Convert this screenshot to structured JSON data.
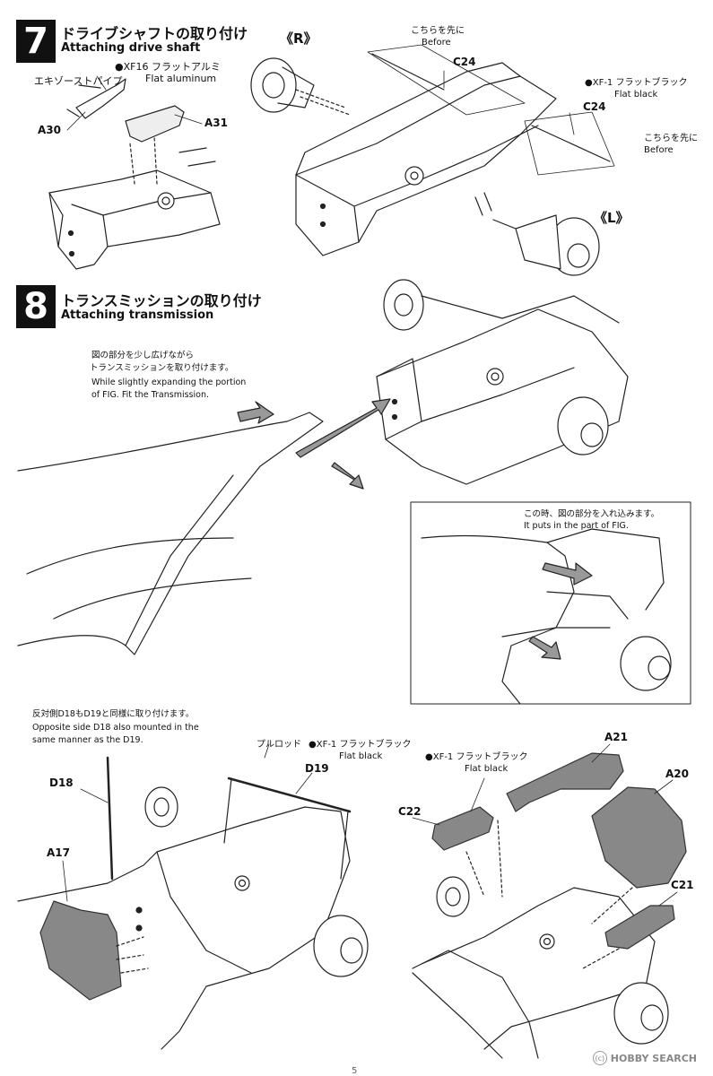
{
  "step7": {
    "number": "7",
    "title_jp": "ドライブシャフトの取り付け",
    "title_en": "Attaching drive shaft",
    "paint_xf16_jp": "●XF16 フラットアルミ",
    "paint_xf16_en": "Flat aluminum",
    "exhaust_jp": "エキゾーストパイプ",
    "parts": {
      "a30": "A30",
      "a31": "A31",
      "c24_top": "C24",
      "c24_right": "C24"
    },
    "side_r": "《R》",
    "side_l": "《L》",
    "before_jp_top": "こちらを先に",
    "before_en_top": "Before",
    "before_jp_right": "こちらを先に",
    "before_en_right": "Before",
    "paint_xf1_jp": "●XF-1 フラットブラック",
    "paint_xf1_en": "Flat black"
  },
  "step8": {
    "number": "8",
    "title_jp": "トランスミッションの取り付け",
    "title_en": "Attaching transmission",
    "note_jp_1": "図の部分を少し広げながら",
    "note_jp_2": "トランスミッションを取り付けます。",
    "note_en_1": "While slightly expanding the portion",
    "note_en_2": "of FIG. Fit the Transmission.",
    "inset_jp": "この時、図の部分を入れ込みます。",
    "inset_en": "It puts in the part of FIG."
  },
  "lower_left": {
    "note_jp": "反対側D18もD19と同様に取り付けます。",
    "note_en_1": "Opposite side D18 also mounted in the",
    "note_en_2": "same manner as the D19.",
    "pullrod_jp": "プルロッド",
    "paint_jp": "●XF-1 フラットブラック",
    "paint_en": "Flat black",
    "parts": {
      "d18": "D18",
      "d19": "D19",
      "a17": "A17"
    }
  },
  "lower_right": {
    "paint_jp": "●XF-1 フラットブラック",
    "paint_en": "Flat black",
    "parts": {
      "a21": "A21",
      "a20": "A20",
      "c22": "C22",
      "c21": "C21"
    }
  },
  "footer": {
    "page": "5",
    "watermark": "HOBBY SEARCH",
    "watermark_icon": "(c)"
  }
}
